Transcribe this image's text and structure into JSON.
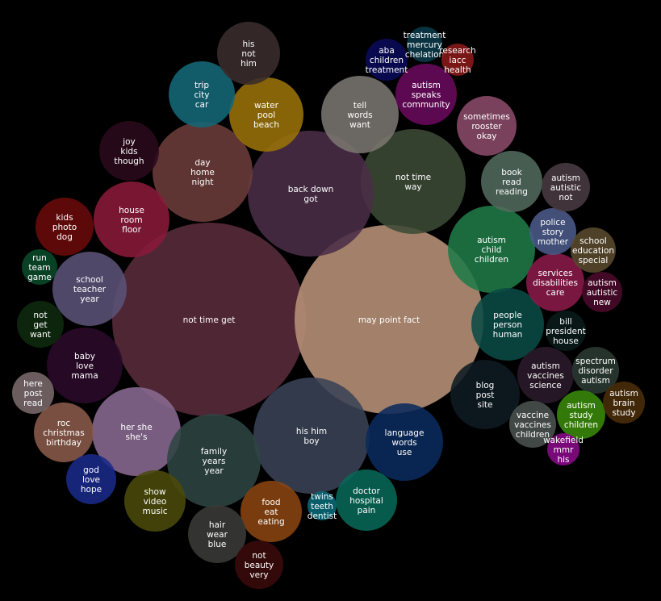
{
  "chart_data": {
    "type": "bubble",
    "title": "",
    "topics": [
      {
        "id": "t01",
        "terms": [
          "not time get"
        ],
        "color": "#5a2b3a"
      },
      {
        "id": "t02",
        "terms": [
          "may point fact"
        ],
        "color": "#b89277"
      },
      {
        "id": "t03",
        "terms": [
          "not time",
          "way"
        ],
        "color": "#3c4a36"
      },
      {
        "id": "t04",
        "terms": [
          "back down",
          "got"
        ],
        "color": "#4a2e48"
      },
      {
        "id": "t05",
        "terms": [
          "his him",
          "boy"
        ],
        "color": "#3a4256"
      },
      {
        "id": "t06",
        "terms": [
          "day",
          "home",
          "night"
        ],
        "color": "#6b3c3a"
      },
      {
        "id": "t07",
        "terms": [
          "her she",
          "she's"
        ],
        "color": "#8a6a92"
      },
      {
        "id": "t08",
        "terms": [
          "family",
          "years",
          "year"
        ],
        "color": "#2e4442"
      },
      {
        "id": "t09",
        "terms": [
          "language",
          "words",
          "use"
        ],
        "color": "#0a2a5c"
      },
      {
        "id": "t10",
        "terms": [
          "tell",
          "words",
          "want"
        ],
        "color": "#7a7570"
      },
      {
        "id": "t11",
        "terms": [
          "autism",
          "child",
          "children"
        ],
        "color": "#1f7a48"
      },
      {
        "id": "t12",
        "terms": [
          "people",
          "person",
          "human"
        ],
        "color": "#0a4a46"
      },
      {
        "id": "t13",
        "terms": [
          "school",
          "teacher",
          "year"
        ],
        "color": "#5a5278"
      },
      {
        "id": "t14",
        "terms": [
          "house",
          "room",
          "floor"
        ],
        "color": "#8a1a3a"
      },
      {
        "id": "t15",
        "terms": [
          "baby",
          "love",
          "mama"
        ],
        "color": "#2a0a2a"
      },
      {
        "id": "t16",
        "terms": [
          "blog",
          "post",
          "site"
        ],
        "color": "#0e1a22"
      },
      {
        "id": "t17",
        "terms": [
          "water",
          "pool",
          "beach"
        ],
        "color": "#9a7208"
      },
      {
        "id": "t18",
        "terms": [
          "trip",
          "city",
          "car"
        ],
        "color": "#146878"
      },
      {
        "id": "t19",
        "terms": [
          "autism",
          "speaks",
          "community"
        ],
        "color": "#6a0a5c"
      },
      {
        "id": "t20",
        "terms": [
          "his",
          "not",
          "him"
        ],
        "color": "#3a2c2c"
      },
      {
        "id": "t21",
        "terms": [
          "doctor",
          "hospital",
          "pain"
        ],
        "color": "#086858"
      },
      {
        "id": "t22",
        "terms": [
          "food",
          "eat",
          "eating"
        ],
        "color": "#8a4410"
      },
      {
        "id": "t23",
        "terms": [
          "sometimes",
          "rooster",
          "okay"
        ],
        "color": "#8a4a68"
      },
      {
        "id": "t24",
        "terms": [
          "book",
          "read",
          "reading"
        ],
        "color": "#526a5c"
      },
      {
        "id": "t25",
        "terms": [
          "services",
          "disabilities",
          "care"
        ],
        "color": "#8a1a4a"
      },
      {
        "id": "t26",
        "terms": [
          "joy",
          "kids",
          "though"
        ],
        "color": "#2a0a1c"
      },
      {
        "id": "t27",
        "terms": [
          "kids",
          "photo",
          "dog"
        ],
        "color": "#6a0a0a"
      },
      {
        "id": "t28",
        "terms": [
          "show",
          "video",
          "music"
        ],
        "color": "#4a4a0a"
      },
      {
        "id": "t29",
        "terms": [
          "hair",
          "wear",
          "blue"
        ],
        "color": "#3a3a38"
      },
      {
        "id": "t30",
        "terms": [
          "autism",
          "vaccines",
          "science"
        ],
        "color": "#2a1a2a"
      },
      {
        "id": "t31",
        "terms": [
          "roc",
          "christmas",
          "birthday"
        ],
        "color": "#8a5a4a"
      },
      {
        "id": "t32",
        "terms": [
          "vaccine",
          "vaccines",
          "children"
        ],
        "color": "#4a524e"
      },
      {
        "id": "t33",
        "terms": [
          "god",
          "love",
          "hope"
        ],
        "color": "#1a2a8a"
      },
      {
        "id": "t34",
        "terms": [
          "not",
          "get",
          "want"
        ],
        "color": "#0e2a0e"
      },
      {
        "id": "t35",
        "terms": [
          "police",
          "story",
          "mother"
        ],
        "color": "#4a5a8a"
      },
      {
        "id": "t36",
        "terms": [
          "autism",
          "autistic",
          "not"
        ],
        "color": "#4a3a42"
      },
      {
        "id": "t37",
        "terms": [
          "not",
          "beauty",
          "very"
        ],
        "color": "#3a0a0a"
      },
      {
        "id": "t38",
        "terms": [
          "school",
          "education",
          "special"
        ],
        "color": "#5a4a2e"
      },
      {
        "id": "t39",
        "terms": [
          "spectrum",
          "disorder",
          "autism"
        ],
        "color": "#2a3a32"
      },
      {
        "id": "t40",
        "terms": [
          "aba",
          "children",
          "treatment"
        ],
        "color": "#0a0a5a"
      },
      {
        "id": "t41",
        "terms": [
          "here",
          "post",
          "read"
        ],
        "color": "#7a6a6a"
      },
      {
        "id": "t42",
        "terms": [
          "bill",
          "president",
          "house"
        ],
        "color": "#0a1a1a"
      },
      {
        "id": "t43",
        "terms": [
          "autism",
          "study",
          "children"
        ],
        "color": "#3a8a0a"
      },
      {
        "id": "t44",
        "terms": [
          "run",
          "team",
          "game"
        ],
        "color": "#0a4a2a"
      },
      {
        "id": "t45",
        "terms": [
          "autism",
          "autistic",
          "new"
        ],
        "color": "#4a0a2a"
      },
      {
        "id": "t46",
        "terms": [
          "autism",
          "brain",
          "study"
        ],
        "color": "#4a2e0a"
      },
      {
        "id": "t47",
        "terms": [
          "treatment",
          "mercury",
          "chelation"
        ],
        "color": "#0a3a4a"
      },
      {
        "id": "t48",
        "terms": [
          "research",
          "iacc",
          "health"
        ],
        "color": "#8a1a1a"
      },
      {
        "id": "t49",
        "terms": [
          "twins",
          "teeth",
          "dentist"
        ],
        "color": "#0a6a7a"
      },
      {
        "id": "t50",
        "terms": [
          "wakefield",
          "mmr",
          "his"
        ],
        "color": "#8a0a8a"
      }
    ]
  }
}
